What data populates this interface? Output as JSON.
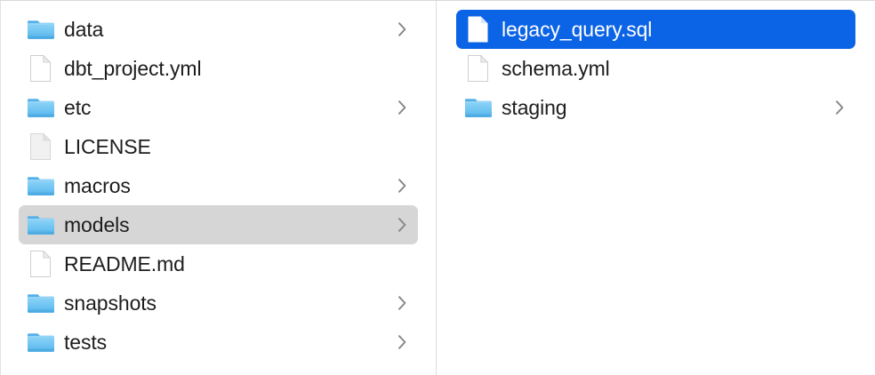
{
  "window": {
    "view_mode": "column-browser",
    "background_color": "#ffffff",
    "selection_blue": "#0b63e5",
    "selection_gray": "#d6d6d6",
    "divider_color": "#dedee0",
    "text_color": "#1d1d1f",
    "selected_text_color": "#ffffff"
  },
  "columns": [
    {
      "name": "project-root-column",
      "items": [
        {
          "label": "data",
          "kind": "folder",
          "icon": "folder-icon",
          "has_chevron": true,
          "selected": false
        },
        {
          "label": "dbt_project.yml",
          "kind": "file",
          "icon": "document-icon",
          "has_chevron": false,
          "selected": false
        },
        {
          "label": "etc",
          "kind": "folder",
          "icon": "folder-icon",
          "has_chevron": true,
          "selected": false
        },
        {
          "label": "LICENSE",
          "kind": "file",
          "icon": "document-icon",
          "has_chevron": false,
          "selected": false
        },
        {
          "label": "macros",
          "kind": "folder",
          "icon": "folder-icon",
          "has_chevron": true,
          "selected": false
        },
        {
          "label": "models",
          "kind": "folder",
          "icon": "folder-icon",
          "has_chevron": true,
          "selected": true
        },
        {
          "label": "README.md",
          "kind": "file",
          "icon": "document-icon",
          "has_chevron": false,
          "selected": false
        },
        {
          "label": "snapshots",
          "kind": "folder",
          "icon": "folder-icon",
          "has_chevron": true,
          "selected": false
        },
        {
          "label": "tests",
          "kind": "folder",
          "icon": "folder-icon",
          "has_chevron": true,
          "selected": false
        }
      ]
    },
    {
      "name": "models-column",
      "items": [
        {
          "label": "legacy_query.sql",
          "kind": "file",
          "icon": "document-icon",
          "has_chevron": false,
          "selected": true
        },
        {
          "label": "schema.yml",
          "kind": "file",
          "icon": "document-icon",
          "has_chevron": false,
          "selected": false
        },
        {
          "label": "staging",
          "kind": "folder",
          "icon": "folder-icon",
          "has_chevron": true,
          "selected": false
        }
      ]
    }
  ]
}
